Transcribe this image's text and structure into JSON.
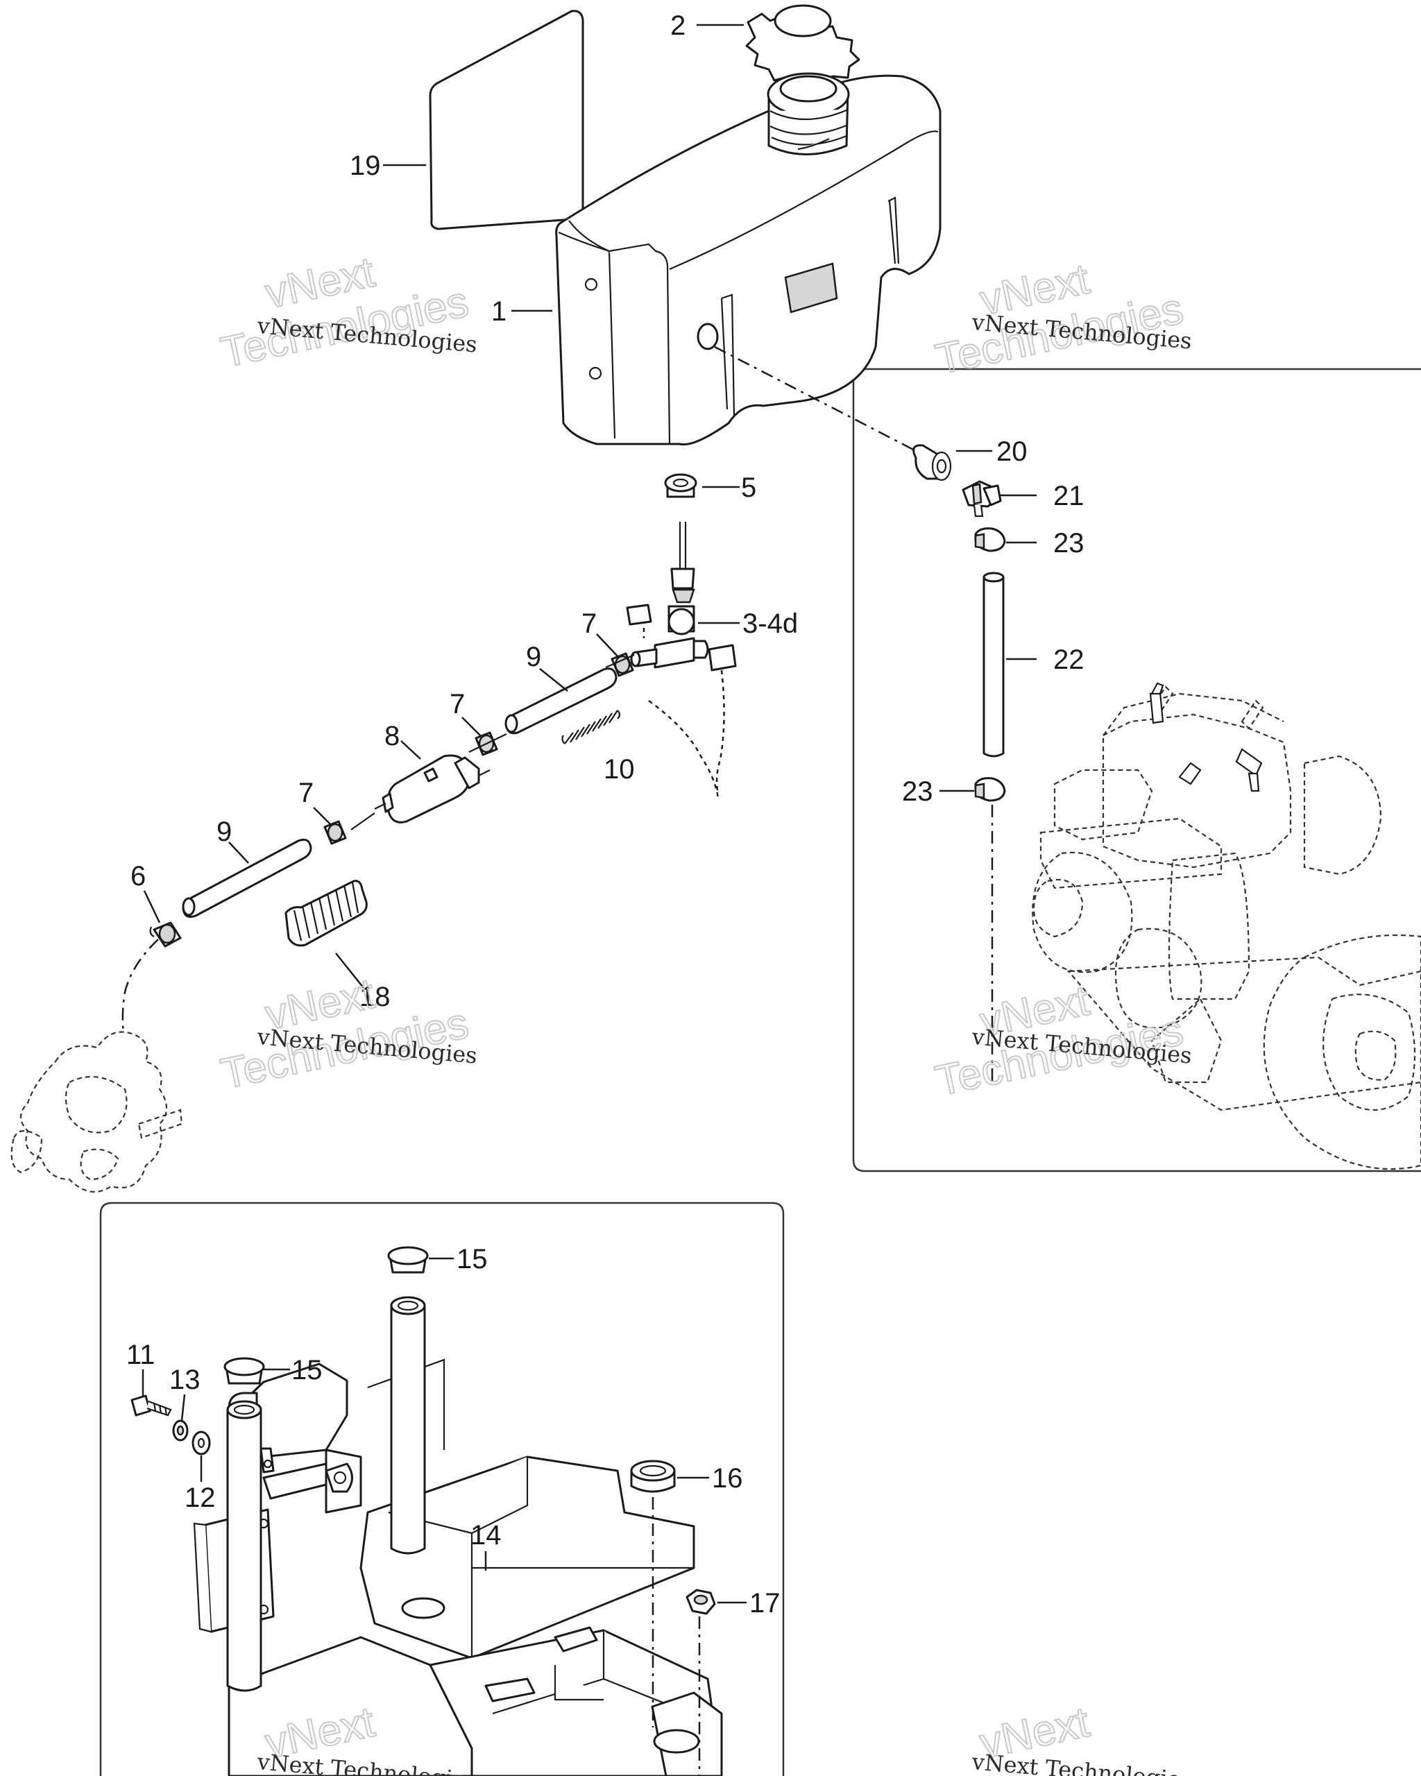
{
  "callouts": {
    "c1": "1",
    "c2": "2",
    "c3": "3-4d",
    "c5": "5",
    "c6": "6",
    "c7a": "7",
    "c7b": "7",
    "c7c": "7",
    "c8": "8",
    "c9a": "9",
    "c9b": "9",
    "c10": "10",
    "c11": "11",
    "c12": "12",
    "c13": "13",
    "c14": "14",
    "c15a": "15",
    "c15b": "15",
    "c16": "16",
    "c17": "17",
    "c18": "18",
    "c19": "19",
    "c20": "20",
    "c21": "21",
    "c22": "22",
    "c23a": "23",
    "c23b": "23"
  },
  "watermark": {
    "line_small": "vNext Technologies",
    "line_big_1": "vNext",
    "line_big_2": "Technologies"
  },
  "colors": {
    "line": "#1a1a1a",
    "background": "#ffffff",
    "watermark": "#c8c8c8"
  }
}
